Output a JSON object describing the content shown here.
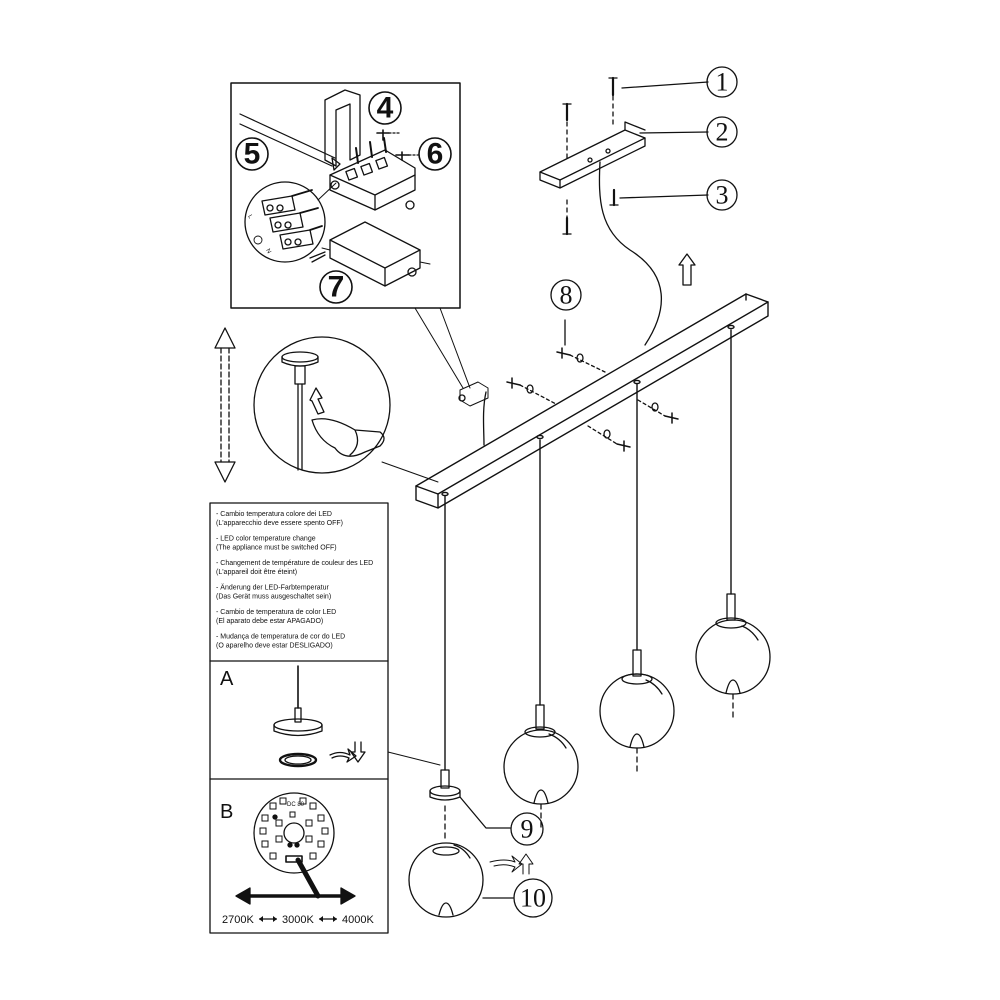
{
  "callouts": {
    "n1": "1",
    "n2": "2",
    "n3": "3",
    "n4": "4",
    "n5": "5",
    "n6": "6",
    "n7": "7",
    "n8": "8",
    "n9": "9",
    "n10": "10"
  },
  "instructions": [
    {
      "title": "- Cambio temperatura colore dei LED",
      "note": "(L'apparecchio deve essere spento OFF)"
    },
    {
      "title": "- LED color temperature change",
      "note": "(The appliance must be switched OFF)"
    },
    {
      "title": "- Changement de température de couleur des LED",
      "note": "(L'appareil doit être éteint)"
    },
    {
      "title": "- Änderung der LED-Farbtemperatur",
      "note": "(Das Gerät muss ausgeschaltet sein)"
    },
    {
      "title": "- Cambio de temperatura de color LED",
      "note": "(El aparato debe estar APAGADO)"
    },
    {
      "title": "- Mudança de temperatura de cor do LED",
      "note": "(O aparelho deve estar DESLIGADO)"
    }
  ],
  "panel_a_label": "A",
  "panel_b_label": "B",
  "led_board_marking": "DC 80",
  "kelvin": {
    "k1": "2700K",
    "k2": "3000K",
    "k3": "4000K"
  },
  "terminal_marks": {
    "l": "L",
    "n": "N"
  }
}
